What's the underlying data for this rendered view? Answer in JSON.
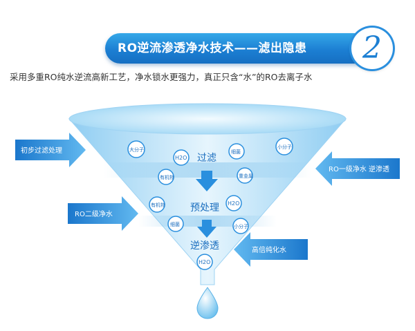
{
  "banner": {
    "title": "RO逆流渗透净水技术——滤出隐患",
    "step_number": "2"
  },
  "subtitle": "采用多重RO纯水逆流高新工艺，净水锁水更强力，真正只含“水”的RO去离子水",
  "stages": {
    "filter": "过滤",
    "pretreat": "预处理",
    "ro": "逆渗透"
  },
  "arrows": {
    "left_top": "初步过滤处理",
    "left_mid": "RO二级净水",
    "right_top": "RO一级净水 逆渗透",
    "right_bottom": "高倍纯化水"
  },
  "particles": {
    "large_molecule": "大分子",
    "h2o": "H2O",
    "bacteria": "细菌",
    "small_molecule": "小分子",
    "heavy_metal": "重金属",
    "organic": "有机物"
  },
  "colors": {
    "primary_blue": "#1c7fd3",
    "light_blue": "#bfe3f8",
    "arrow_blue": "#2a8fde"
  }
}
